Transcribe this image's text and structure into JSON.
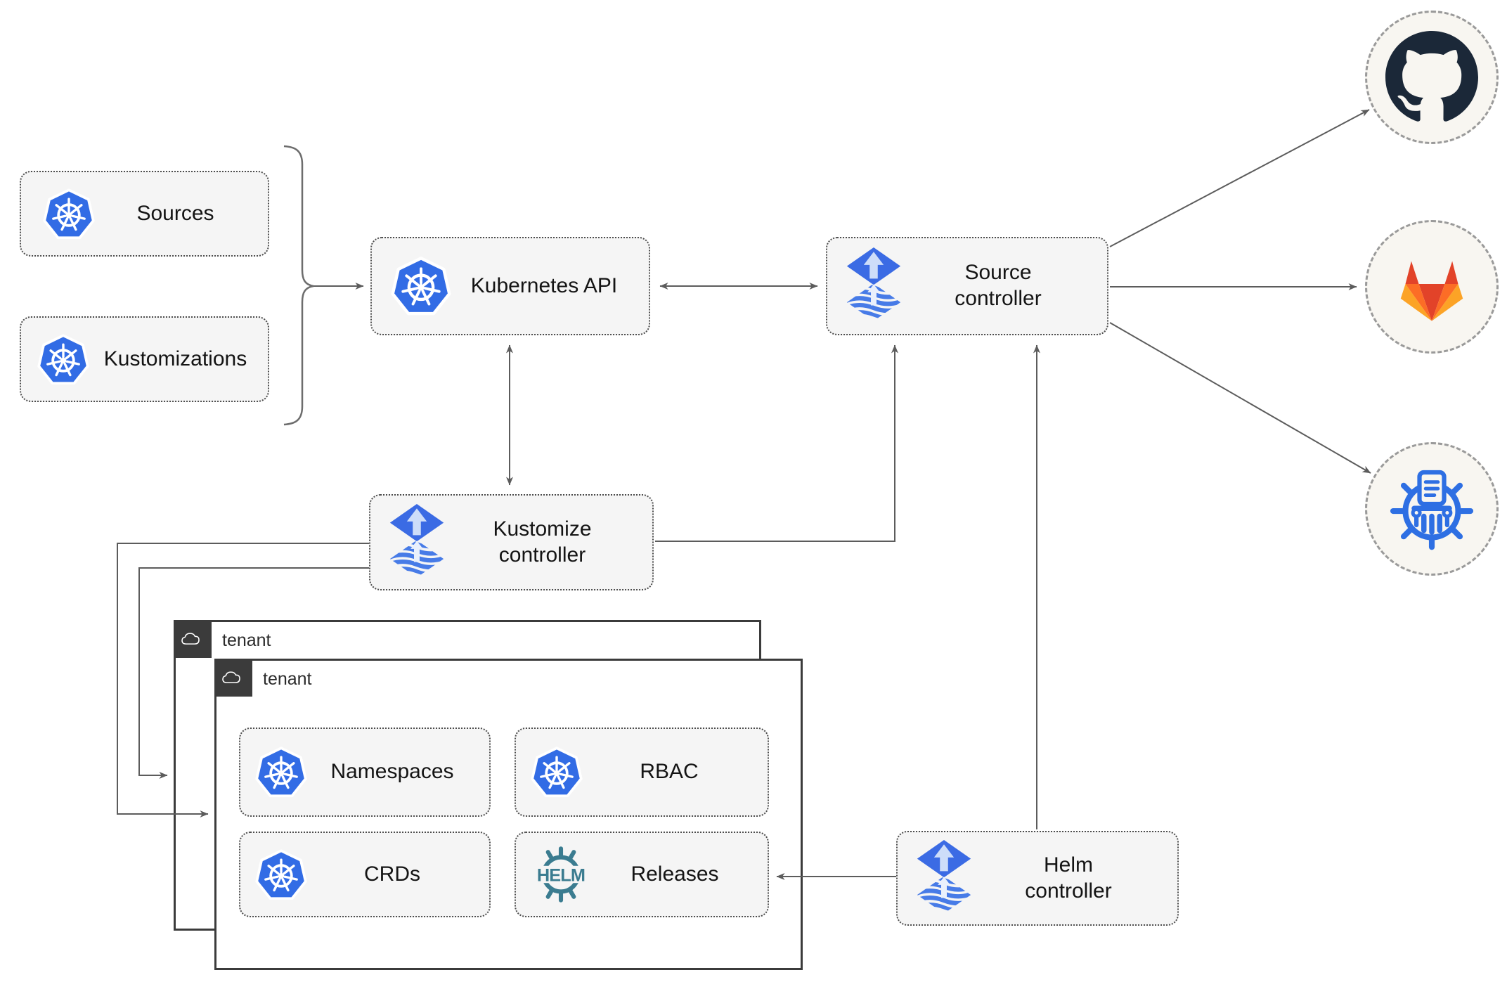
{
  "nodes": {
    "sources": {
      "label": "Sources"
    },
    "kustomizations": {
      "label": "Kustomizations"
    },
    "kubernetes_api": {
      "label": "Kubernetes API"
    },
    "source_controller": {
      "label": "Source controller"
    },
    "kustomize_controller": {
      "label": "Kustomize controller"
    },
    "helm_controller": {
      "label": "Helm controller"
    },
    "tenant_outer": {
      "label": "tenant"
    },
    "tenant_inner": {
      "label": "tenant"
    },
    "namespaces": {
      "label": "Namespaces"
    },
    "rbac": {
      "label": "RBAC"
    },
    "crds": {
      "label": "CRDs"
    },
    "releases": {
      "label": "Releases"
    }
  },
  "icons": {
    "helm_wheel_text": "HELM",
    "kubernetes": "kubernetes-wheel",
    "flux": "flux-diamond-arrow",
    "github": "github-octocat",
    "gitlab": "gitlab-tanuki",
    "helm_repository": "registry-wheel-column",
    "cloud": "cloud-outline"
  },
  "colors": {
    "kubernetes_blue": "#326ce5",
    "flux_blue": "#3b6be4",
    "flux_light": "#cdddf9",
    "helm_teal": "#3b7c90",
    "github_dark": "#1b2838",
    "gitlab_red": "#e24329",
    "gitlab_orange": "#fc6d26",
    "gitlab_yellow": "#fca326",
    "registry_blue": "#2e6fe3",
    "connector_gray": "#5c5c5c",
    "node_fill": "#f5f5f5",
    "tenant_dark": "#3b3b3b"
  }
}
